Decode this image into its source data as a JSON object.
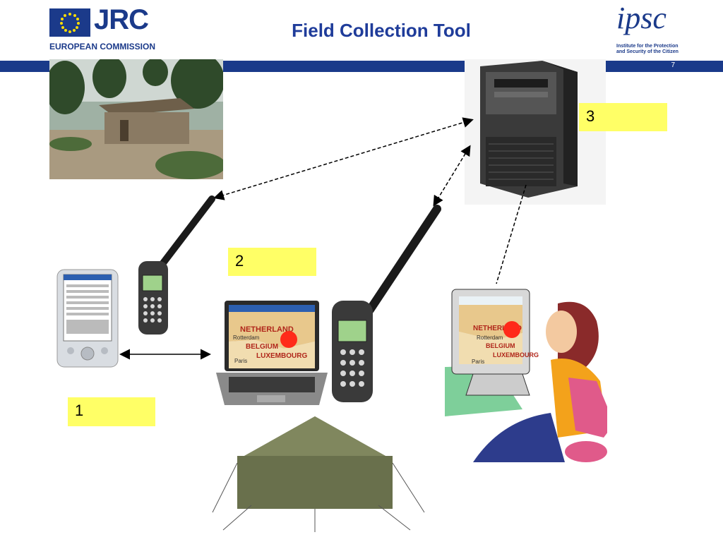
{
  "header": {
    "title": "Field Collection Tool",
    "page_number": "7",
    "logo_left": {
      "name": "JRC",
      "subtitle": "EUROPEAN COMMISSION"
    },
    "logo_right": {
      "name": "ipsc",
      "subtitle_line1": "Institute for the Protection",
      "subtitle_line2": "and Security of the Citizen"
    }
  },
  "labels": {
    "one": "1",
    "two": "2",
    "three": "3"
  },
  "map": {
    "country1": "NETHERLAND",
    "country2": "BELGIUM",
    "country3": "LUXEMBOURG",
    "city1": "Rotterdam",
    "city2": "Paris"
  },
  "colors": {
    "band": "#1a3a8a",
    "title": "#1f3c9a",
    "label_bg": "#ffff66",
    "marker": "#ff2a1a"
  }
}
